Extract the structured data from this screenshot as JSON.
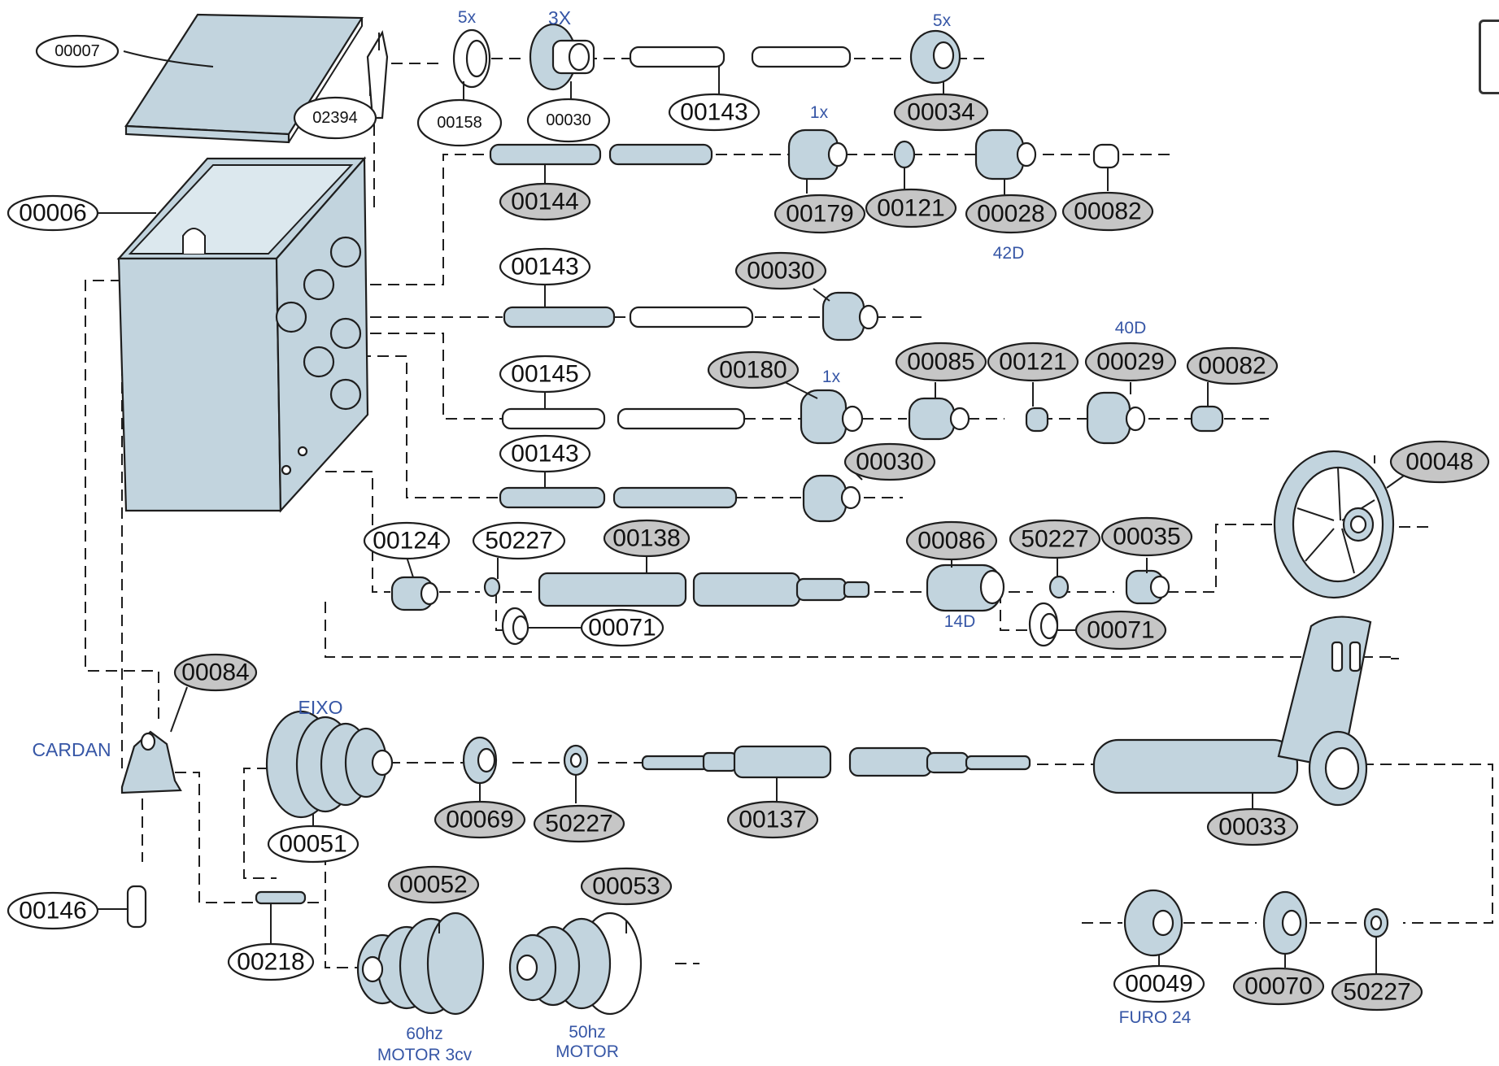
{
  "parts": [
    {
      "id": "p-00007",
      "code": "00007"
    },
    {
      "id": "p-02394",
      "code": "02394"
    },
    {
      "id": "p-00158",
      "code": "00158"
    },
    {
      "id": "p-00030a",
      "code": "00030"
    },
    {
      "id": "p-00143a",
      "code": "00143"
    },
    {
      "id": "p-00034",
      "code": "00034"
    },
    {
      "id": "p-00006",
      "code": "00006"
    },
    {
      "id": "p-00144",
      "code": "00144"
    },
    {
      "id": "p-00179",
      "code": "00179"
    },
    {
      "id": "p-00121a",
      "code": "00121"
    },
    {
      "id": "p-00028",
      "code": "00028"
    },
    {
      "id": "p-00082a",
      "code": "00082"
    },
    {
      "id": "p-00143b",
      "code": "00143"
    },
    {
      "id": "p-00030b",
      "code": "00030"
    },
    {
      "id": "p-00145",
      "code": "00145"
    },
    {
      "id": "p-00180",
      "code": "00180"
    },
    {
      "id": "p-00085",
      "code": "00085"
    },
    {
      "id": "p-00121b",
      "code": "00121"
    },
    {
      "id": "p-00029",
      "code": "00029"
    },
    {
      "id": "p-00082b",
      "code": "00082"
    },
    {
      "id": "p-00143c",
      "code": "00143"
    },
    {
      "id": "p-00030c",
      "code": "00030"
    },
    {
      "id": "p-00048",
      "code": "00048"
    },
    {
      "id": "p-00124",
      "code": "00124"
    },
    {
      "id": "p-50227a",
      "code": "50227"
    },
    {
      "id": "p-00138",
      "code": "00138"
    },
    {
      "id": "p-00071a",
      "code": "00071"
    },
    {
      "id": "p-00086",
      "code": "00086"
    },
    {
      "id": "p-50227b",
      "code": "50227"
    },
    {
      "id": "p-00035",
      "code": "00035"
    },
    {
      "id": "p-00071b",
      "code": "00071"
    },
    {
      "id": "p-00084",
      "code": "00084"
    },
    {
      "id": "p-00051",
      "code": "00051"
    },
    {
      "id": "p-00069",
      "code": "00069"
    },
    {
      "id": "p-50227c",
      "code": "50227"
    },
    {
      "id": "p-00137",
      "code": "00137"
    },
    {
      "id": "p-00033",
      "code": "00033"
    },
    {
      "id": "p-00146",
      "code": "00146"
    },
    {
      "id": "p-00218",
      "code": "00218"
    },
    {
      "id": "p-00052",
      "code": "00052"
    },
    {
      "id": "p-00053",
      "code": "00053"
    },
    {
      "id": "p-00049",
      "code": "00049"
    },
    {
      "id": "p-00070",
      "code": "00070"
    },
    {
      "id": "p-50227d",
      "code": "50227"
    }
  ],
  "annotations": {
    "qty_00158": "5x",
    "qty_00030": "3X",
    "qty_00034": "5x",
    "qty_00179": "1x",
    "qty_00180": "1x",
    "teeth_00028": "42D",
    "teeth_00029": "40D",
    "teeth_00086": "14D",
    "eixo": "EIXO",
    "cardan": "CARDAN",
    "motor60_line1": "60hz",
    "motor60_line2": "MOTOR 3cv",
    "motor50_line1": "50hz",
    "motor50_line2": "MOTOR",
    "furo": "FURO 24"
  },
  "colors": {
    "part_fill": "#c2d4de",
    "label_fill": "#c6c6c6",
    "annotation_blue": "#3656a6",
    "line": "#1e1e1e"
  }
}
